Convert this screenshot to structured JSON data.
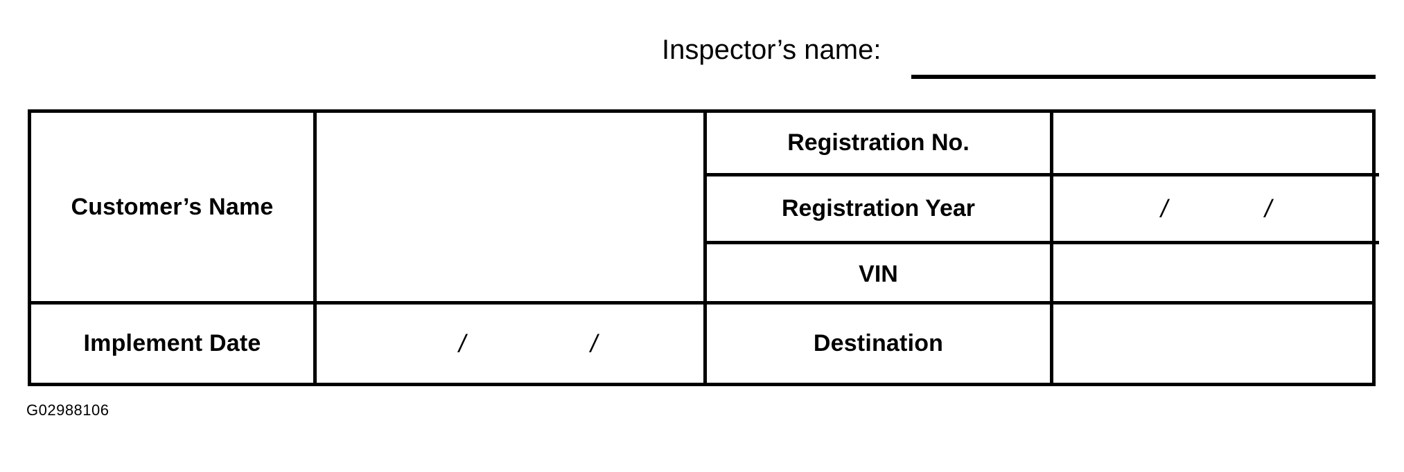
{
  "header": {
    "inspector_label": "Inspector’s name:",
    "inspector_value": ""
  },
  "table": {
    "customer": {
      "label": "Customer’s Name",
      "value": ""
    },
    "implement_date": {
      "label": "Implement Date",
      "value": "",
      "separator_1": "/",
      "separator_2": "/"
    },
    "registration_no": {
      "label": "Registration No.",
      "value": ""
    },
    "registration_year": {
      "label": "Registration Year",
      "value": "",
      "separator_1": "/",
      "separator_2": "/"
    },
    "vin": {
      "label": "VIN",
      "value": ""
    },
    "destination": {
      "label": "Destination",
      "value": ""
    }
  },
  "footer": {
    "document_code": "G02988106"
  },
  "colors": {
    "ink": "#000000",
    "paper": "#ffffff"
  }
}
